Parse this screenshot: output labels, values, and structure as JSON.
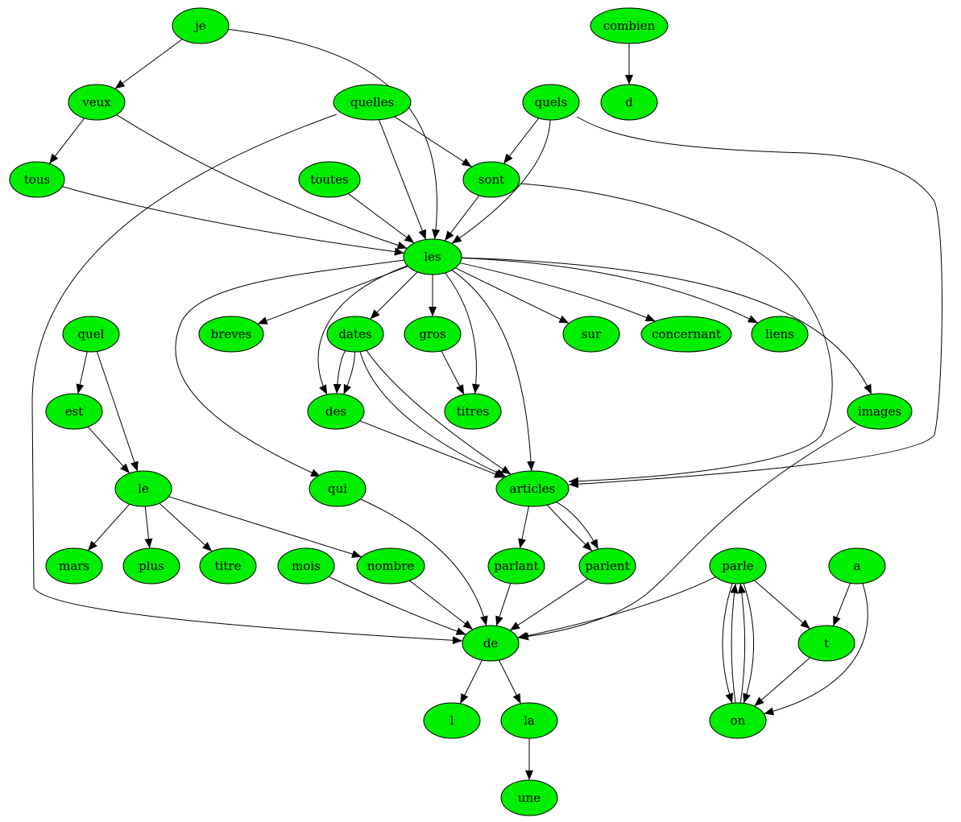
{
  "colors": {
    "node_fill": "#00ee00",
    "edge": "#000000",
    "background": "#ffffff"
  },
  "nodes": [
    {
      "id": "je",
      "label": "je"
    },
    {
      "id": "combien",
      "label": "combien"
    },
    {
      "id": "veux",
      "label": "veux"
    },
    {
      "id": "quelles",
      "label": "quelles"
    },
    {
      "id": "quels",
      "label": "quels"
    },
    {
      "id": "d",
      "label": "d"
    },
    {
      "id": "tous",
      "label": "tous"
    },
    {
      "id": "toutes",
      "label": "toutes"
    },
    {
      "id": "sont",
      "label": "sont"
    },
    {
      "id": "les",
      "label": "les"
    },
    {
      "id": "quel",
      "label": "quel"
    },
    {
      "id": "breves",
      "label": "breves"
    },
    {
      "id": "dates",
      "label": "dates"
    },
    {
      "id": "gros",
      "label": "gros"
    },
    {
      "id": "sur",
      "label": "sur"
    },
    {
      "id": "concernant",
      "label": "concernant"
    },
    {
      "id": "liens",
      "label": "liens"
    },
    {
      "id": "est",
      "label": "est"
    },
    {
      "id": "des",
      "label": "des"
    },
    {
      "id": "titres",
      "label": "titres"
    },
    {
      "id": "images",
      "label": "images"
    },
    {
      "id": "le",
      "label": "le"
    },
    {
      "id": "qui",
      "label": "qui"
    },
    {
      "id": "articles",
      "label": "articles"
    },
    {
      "id": "mars",
      "label": "mars"
    },
    {
      "id": "plus",
      "label": "plus"
    },
    {
      "id": "titre",
      "label": "titre"
    },
    {
      "id": "mois",
      "label": "mois"
    },
    {
      "id": "nombre",
      "label": "nombre"
    },
    {
      "id": "parlant",
      "label": "parlant"
    },
    {
      "id": "parlent",
      "label": "parlent"
    },
    {
      "id": "parle",
      "label": "parle"
    },
    {
      "id": "a",
      "label": "a"
    },
    {
      "id": "de",
      "label": "de"
    },
    {
      "id": "t",
      "label": "t"
    },
    {
      "id": "l",
      "label": "l"
    },
    {
      "id": "la",
      "label": "la"
    },
    {
      "id": "on",
      "label": "on"
    },
    {
      "id": "une",
      "label": "une"
    }
  ],
  "edges": [
    [
      "je",
      "veux"
    ],
    [
      "je",
      "les"
    ],
    [
      "combien",
      "d"
    ],
    [
      "veux",
      "tous"
    ],
    [
      "veux",
      "les"
    ],
    [
      "quelles",
      "de"
    ],
    [
      "quelles",
      "les"
    ],
    [
      "quelles",
      "sont"
    ],
    [
      "quels",
      "sont"
    ],
    [
      "quels",
      "les"
    ],
    [
      "quels",
      "articles"
    ],
    [
      "tous",
      "les"
    ],
    [
      "toutes",
      "les"
    ],
    [
      "sont",
      "les"
    ],
    [
      "sont",
      "articles"
    ],
    [
      "les",
      "breves"
    ],
    [
      "les",
      "dates"
    ],
    [
      "les",
      "gros"
    ],
    [
      "les",
      "sur"
    ],
    [
      "les",
      "concernant"
    ],
    [
      "les",
      "liens"
    ],
    [
      "les",
      "images"
    ],
    [
      "les",
      "des"
    ],
    [
      "les",
      "titres"
    ],
    [
      "les",
      "articles"
    ],
    [
      "les",
      "qui"
    ],
    [
      "quel",
      "est"
    ],
    [
      "quel",
      "le"
    ],
    [
      "est",
      "le"
    ],
    [
      "dates",
      "des"
    ],
    [
      "dates",
      "des"
    ],
    [
      "dates",
      "articles"
    ],
    [
      "dates",
      "articles"
    ],
    [
      "gros",
      "titres"
    ],
    [
      "des",
      "articles"
    ],
    [
      "images",
      "de"
    ],
    [
      "le",
      "mars"
    ],
    [
      "le",
      "plus"
    ],
    [
      "le",
      "titre"
    ],
    [
      "le",
      "nombre"
    ],
    [
      "qui",
      "de"
    ],
    [
      "articles",
      "parlant"
    ],
    [
      "articles",
      "parlent"
    ],
    [
      "articles",
      "parlent"
    ],
    [
      "mois",
      "de"
    ],
    [
      "nombre",
      "de"
    ],
    [
      "parlant",
      "de"
    ],
    [
      "parlent",
      "de"
    ],
    [
      "parle",
      "de"
    ],
    [
      "parle",
      "t"
    ],
    [
      "parle",
      "on"
    ],
    [
      "parle",
      "on"
    ],
    [
      "on",
      "parle"
    ],
    [
      "on",
      "parle"
    ],
    [
      "a",
      "t"
    ],
    [
      "a",
      "on"
    ],
    [
      "t",
      "on"
    ],
    [
      "de",
      "l"
    ],
    [
      "de",
      "la"
    ],
    [
      "la",
      "une"
    ]
  ]
}
